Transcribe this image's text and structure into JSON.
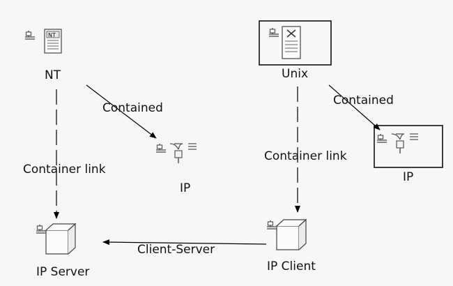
{
  "nodes": {
    "nt": {
      "label": "NT",
      "icon": "nt-server-icon"
    },
    "unix": {
      "label": "Unix",
      "icon": "unix-server-icon",
      "selected": true
    },
    "ip_left": {
      "label": "IP",
      "icon": "ip-network-icon"
    },
    "ip_right": {
      "label": "IP",
      "icon": "ip-network-icon",
      "selected": true
    },
    "ip_server": {
      "label": "IP Server",
      "icon": "service-box-icon"
    },
    "ip_client": {
      "label": "IP Client",
      "icon": "service-box-icon"
    }
  },
  "edges": {
    "nt_contained": {
      "label": "Contained",
      "from": "nt",
      "to": "ip_left",
      "style": "solid"
    },
    "unix_contained": {
      "label": "Contained",
      "from": "unix",
      "to": "ip_right",
      "style": "solid"
    },
    "nt_container_link": {
      "label": "Container link",
      "from": "nt",
      "to": "ip_server",
      "style": "dashed"
    },
    "unix_container_link": {
      "label": "Container link",
      "from": "unix",
      "to": "ip_client",
      "style": "dashed"
    },
    "client_server": {
      "label": "Client-Server",
      "from": "ip_client",
      "to": "ip_server",
      "style": "solid"
    }
  }
}
